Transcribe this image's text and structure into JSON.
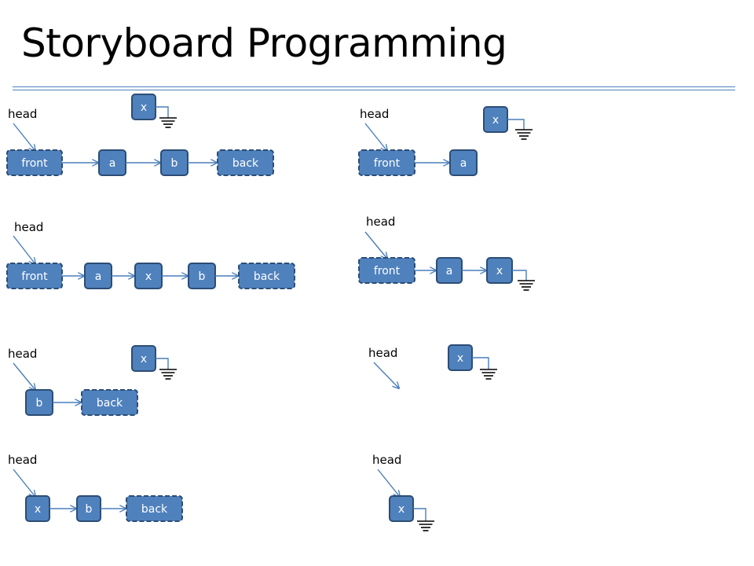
{
  "title": "Storyboard Programming",
  "colors": {
    "node_fill": "#4f81bd",
    "node_stroke": "#2c4d75",
    "arrow": "#4a7ebb",
    "ground": "#000000",
    "rule": "#4f81bd"
  },
  "frames": [
    {
      "head": "head",
      "nodes": [
        "front",
        "a",
        "b",
        "back"
      ],
      "x": "x"
    },
    {
      "head": "head",
      "nodes": [
        "front",
        "a"
      ],
      "x": "x"
    },
    {
      "head": "head",
      "nodes": [
        "front",
        "a",
        "x",
        "b",
        "back"
      ]
    },
    {
      "head": "head",
      "nodes": [
        "front",
        "a",
        "x"
      ]
    },
    {
      "head": "head",
      "nodes": [
        "b",
        "back"
      ],
      "x": "x"
    },
    {
      "head": "head",
      "nodes": [],
      "x": "x"
    },
    {
      "head": "head",
      "nodes": [
        "x",
        "b",
        "back"
      ]
    },
    {
      "head": "head",
      "nodes": [
        "x"
      ]
    }
  ]
}
